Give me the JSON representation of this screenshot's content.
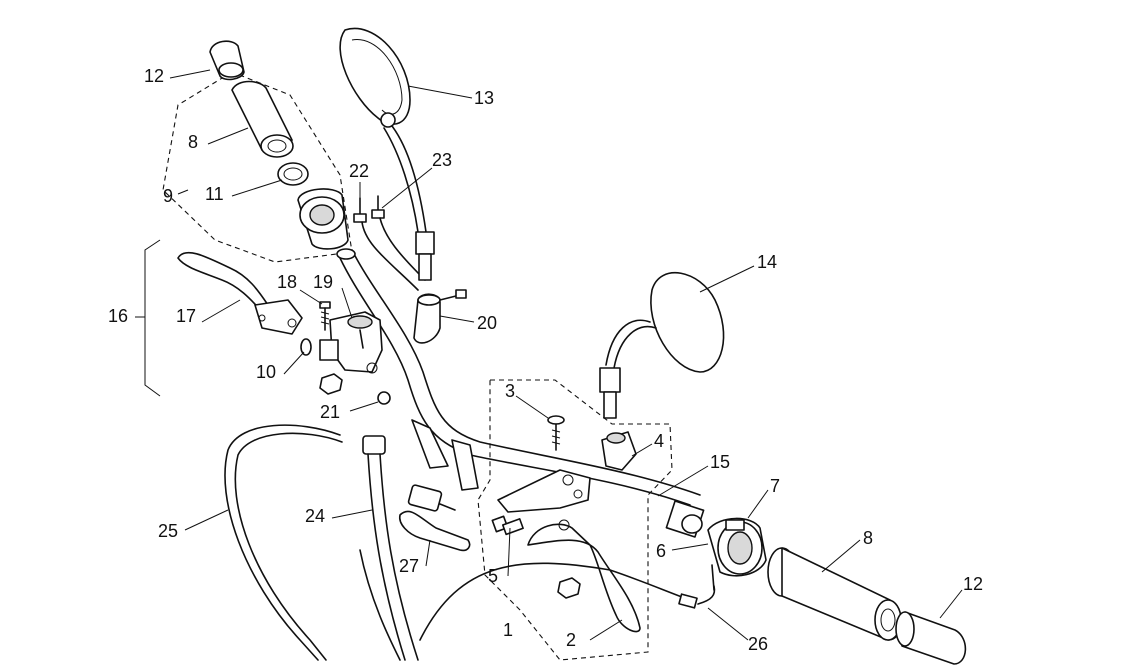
{
  "diagram": {
    "type": "exploded parts diagram",
    "callouts": [
      {
        "id": "c12a",
        "text": "12"
      },
      {
        "id": "c8a",
        "text": "8"
      },
      {
        "id": "c9",
        "text": "9"
      },
      {
        "id": "c11",
        "text": "11"
      },
      {
        "id": "c13",
        "text": "13"
      },
      {
        "id": "c22",
        "text": "22"
      },
      {
        "id": "c23",
        "text": "23"
      },
      {
        "id": "c16",
        "text": "16"
      },
      {
        "id": "c17",
        "text": "17"
      },
      {
        "id": "c18",
        "text": "18"
      },
      {
        "id": "c19",
        "text": "19"
      },
      {
        "id": "c20",
        "text": "20"
      },
      {
        "id": "c10",
        "text": "10"
      },
      {
        "id": "c21",
        "text": "21"
      },
      {
        "id": "c14",
        "text": "14"
      },
      {
        "id": "c3",
        "text": "3"
      },
      {
        "id": "c4",
        "text": "4"
      },
      {
        "id": "c15",
        "text": "15"
      },
      {
        "id": "c7",
        "text": "7"
      },
      {
        "id": "c6",
        "text": "6"
      },
      {
        "id": "c8b",
        "text": "8"
      },
      {
        "id": "c12b",
        "text": "12"
      },
      {
        "id": "c25",
        "text": "25"
      },
      {
        "id": "c24",
        "text": "24"
      },
      {
        "id": "c27",
        "text": "27"
      },
      {
        "id": "c5",
        "text": "5"
      },
      {
        "id": "c1",
        "text": "1"
      },
      {
        "id": "c2",
        "text": "2"
      },
      {
        "id": "c26",
        "text": "26"
      }
    ]
  }
}
